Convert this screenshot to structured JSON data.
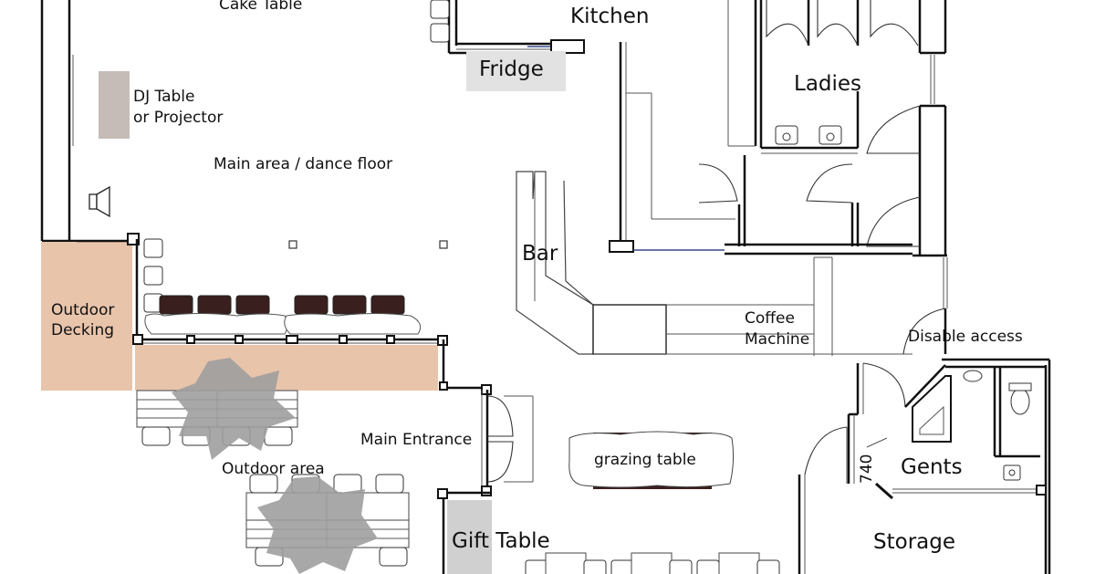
{
  "labels": {
    "cake_table": "Cake Table",
    "kitchen": "Kitchen",
    "fridge": "Fridge",
    "ladies": "Ladies",
    "dj_line1": "DJ Table",
    "dj_line2": "or Projector",
    "main_area": "Main area / dance floor",
    "bar": "Bar",
    "outdoor_decking_line1": "Outdoor",
    "outdoor_decking_line2": "Decking",
    "coffee_line1": "Coffee",
    "coffee_line2": "Machine",
    "disable_access": "Disable access",
    "main_entrance": "Main Entrance",
    "grazing_table": "grazing table",
    "outdoor_area": "Outdoor area",
    "gents": "Gents",
    "dimension": "740",
    "gift_table": "Gift Table",
    "storage": "Storage"
  },
  "colors": {
    "decking": "#e8c4ab",
    "fridge": "#e2e2e2",
    "dj_table": "#c6bcb7",
    "gift_table": "#d0d0d0",
    "umbrella": "#9e9e9e",
    "wall": "#111111"
  }
}
